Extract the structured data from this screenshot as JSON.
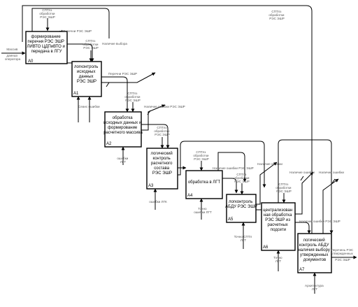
{
  "boxes": [
    {
      "num": "A0",
      "lines": [
        "формирование",
        "перечня РЭС ЭШР",
        "ЛИВТО ЦДПиВТО и",
        "передача в ЛГУ"
      ]
    },
    {
      "num": "A1",
      "lines": [
        "логконтроль",
        "исходных",
        "данных",
        "РЭС ЭШР"
      ]
    },
    {
      "num": "A2",
      "lines": [
        "обработка",
        "исходных данных и",
        "формирование",
        "расчетного массива"
      ]
    },
    {
      "num": "A3",
      "lines": [
        "логический",
        "контроль",
        "расчетного",
        "состава",
        "РЭС ЭШР"
      ]
    },
    {
      "num": "A4",
      "lines": [
        "обработка в ЛГТ"
      ]
    },
    {
      "num": "A5",
      "lines": [
        "логконтроль",
        "АБДУ РЭС ЭШР"
      ]
    },
    {
      "num": "A6",
      "lines": [
        "централизован",
        "ная обработка",
        "РЭС ЭШР из",
        "расчетных",
        "подсети"
      ]
    },
    {
      "num": "A7",
      "lines": [
        "логический",
        "контроль АБДУ",
        "наличия выбору",
        "утвержденных",
        "документов"
      ]
    }
  ],
  "labels": {
    "ctrl_sptk_1": [
      "СПТлз",
      "обработки",
      "РЭС ЭШР"
    ],
    "ctrl_sptk_2": [
      "СПТлз",
      "обработки",
      "РЭС ЭШР"
    ],
    "ctrl_sptk_3": [
      "СПТлз",
      "обработки",
      "РЭС ЭШР"
    ],
    "ctrl_sptk_4": [
      "СПТлз",
      "обработки",
      "РЭС ЭШР"
    ],
    "ctrl_sptk_5": [
      "СПТлз",
      "обработки",
      "РЭС ЭШР"
    ],
    "ctrl_sptk_6": [
      "СПТлз",
      "обработки",
      "РЭС ЭШР"
    ],
    "ctrl_sptk_7": [
      "СПТлз",
      "обработки",
      "РЭС ЭШР"
    ],
    "ctrl_sptk_8": [
      "СПТлз",
      "обработки",
      "РЭС ЭШР"
    ],
    "fb_a1": [
      "Перечни РЭС ЭШР"
    ],
    "fb_a1b": [
      "Наличие выбора"
    ],
    "fb_a2": [
      "Перечни РЭС ЭШР"
    ],
    "fb_a3": [
      "Наличие ошибки РЭС ЭШР"
    ],
    "fb_a4": [
      "Наличие ошибки РЭС ЭШР"
    ],
    "fb_a5": [
      "Наличие ошибки"
    ],
    "fb_a6": [
      "Наличие ошибки РЭС ЭШР"
    ],
    "fb_a6b": [
      "Наличие ошибки"
    ],
    "fb_a7": [
      "Наличие ошибки"
    ],
    "out_a1": [
      "Перечни РЭС ЭШР"
    ],
    "out_a2": [
      "Наличие ошибки РЭС ЭШР"
    ],
    "out_a6": [
      "Наличие ошибки РЭС ЭШР"
    ],
    "in_a0": [
      "Массив",
      "данных",
      "оператора"
    ],
    "in_a5": [
      "Наличие ошибки"
    ],
    "in_a6": [
      "Наличие ошибки"
    ],
    "out_final": [
      "Перечень РЭС",
      "утвержденных",
      "РЭС ЭШР"
    ],
    "mech_a1": [
      "Сеанс ошибки"
    ],
    "mech_a2": [
      "ошибки",
      "ЛГТ"
    ],
    "mech_a3": [
      "ошибки ЛГК"
    ],
    "mech_a4": [
      "Точно",
      "ошибки ЛГТ"
    ],
    "mech_a5": [
      "Точно СПТл",
      "ЛГТ"
    ],
    "mech_a6": [
      "Точно",
      "ЛГТ"
    ],
    "mech_a7": [
      "Архитектура",
      "ЛГТ"
    ]
  }
}
